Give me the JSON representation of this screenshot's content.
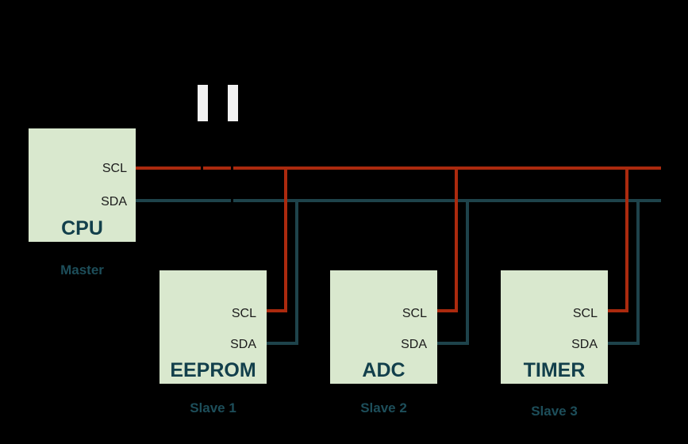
{
  "master": {
    "title": "CPU",
    "role_label": "Master",
    "scl_pin": "SCL",
    "sda_pin": "SDA"
  },
  "slaves": [
    {
      "title": "EEPROM",
      "role_label": "Slave 1",
      "scl_pin": "SCL",
      "sda_pin": "SDA"
    },
    {
      "title": "ADC",
      "role_label": "Slave 2",
      "scl_pin": "SCL",
      "sda_pin": "SDA"
    },
    {
      "title": "TIMER",
      "role_label": "Slave 3",
      "scl_pin": "SCL",
      "sda_pin": "SDA"
    }
  ],
  "colors": {
    "background": "#000000",
    "scl_line": "#ab2a0e",
    "sda_line": "#1e434b",
    "box_fill": "#d9e8ce",
    "box_title": "#123f4b",
    "role_label": "#1d4e5a",
    "pin_text": "#1b1b1b",
    "resistor": "#f2f2f2"
  }
}
